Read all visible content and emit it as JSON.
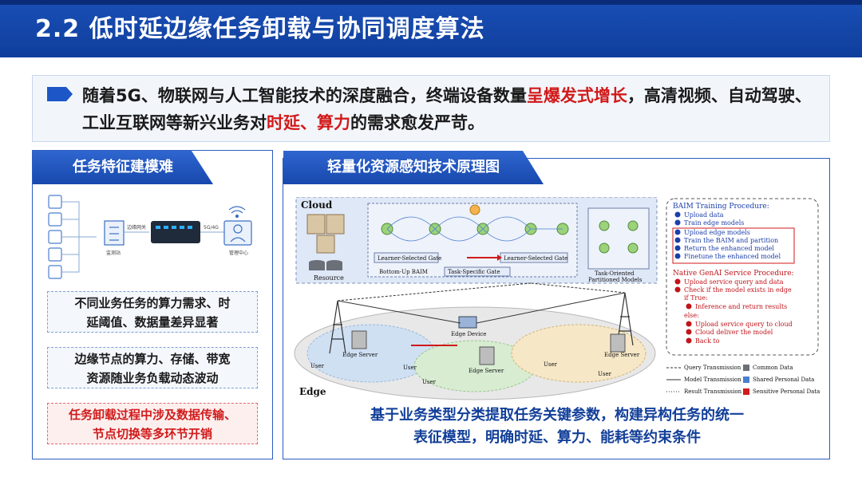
{
  "title": "2.2 低时延边缘任务卸载与协同调度算法",
  "intro": {
    "p1": "随着5G、物联网与人工智能技术的深度融合，终端设备数量",
    "h1": "呈爆发式增长",
    "p2": "，高清视频、自动驾驶、工业互联网等新兴业务对",
    "h2": "时延、算力",
    "p3": "的需求愈发严苛。"
  },
  "left_panel": {
    "tab": "任务特征建模难",
    "mini_labels": {
      "gateway": "边缘网关",
      "center": "管理中心",
      "link": "5G/4G",
      "site": "监测站"
    },
    "cards": [
      {
        "line1": "不同业务任务的算力需求、时",
        "line2": "延阈值、数据量差异显著"
      },
      {
        "line1": "边缘节点的算力、存储、带宽",
        "line2": "资源随业务负载动态波动"
      },
      {
        "line1": "任务卸载过程中涉及数据传输、",
        "line2": "节点切换等多环节开销"
      }
    ]
  },
  "right_panel": {
    "tab": "轻量化资源感知技术原理图",
    "diagram": {
      "cloud": "Cloud",
      "edge": "Edge",
      "resource": "Resource",
      "bottom_up": "Bottom-Up BAIM",
      "task_specific": "Task-Specific Gate",
      "learner_gate_1": "Learner-Selected Gate",
      "learner_gate_2": "Learner-Selected Gate",
      "task_oriented_1": "Task-Oriented",
      "task_oriented_2": "Partitioned Models",
      "edge_server_1": "Edge Server",
      "edge_server_2": "Edge Server",
      "edge_server_3": "Edge Server",
      "edge_device": "Edge Device",
      "user": "User",
      "training_title": "BAIM Training Procedure:",
      "training_steps": [
        "Upload data",
        "Train edge models",
        "Upload edge models",
        "Train the BAIM and partition",
        "Return the enhanced model",
        "Finetune the enhanced model"
      ],
      "service_title": "Native GenAI Service Procedure:",
      "service_steps": [
        "Upload service query and data",
        "Check if the model exists in edge",
        "if True:",
        "Inference and return results",
        "else:",
        "Upload service query to cloud",
        "Cloud deliver the model",
        "Back to"
      ],
      "legend": [
        "Query Transmission",
        "Common Data",
        "Model Transmission",
        "Shared Personal Data",
        "Result Transmission",
        "Sensitive Personal Data"
      ]
    },
    "caption_line1": "基于业务类型分类提取任务关键参数，构建异构任务的统一",
    "caption_line2": "表征模型，明确时延、算力、能耗等约束条件"
  }
}
